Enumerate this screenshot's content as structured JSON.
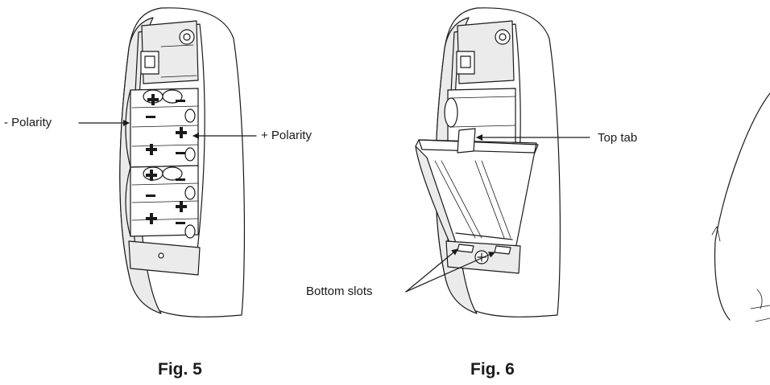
{
  "figures": [
    {
      "caption": "Fig. 5",
      "callouts": {
        "neg_polarity": "- Polarity",
        "pos_polarity": "+ Polarity"
      }
    },
    {
      "caption": "Fig. 6",
      "callouts": {
        "top_tab": "Top tab",
        "bottom_slots": "Bottom slots"
      }
    }
  ],
  "colors": {
    "line": "#1a1a1a",
    "background": "#ffffff"
  }
}
